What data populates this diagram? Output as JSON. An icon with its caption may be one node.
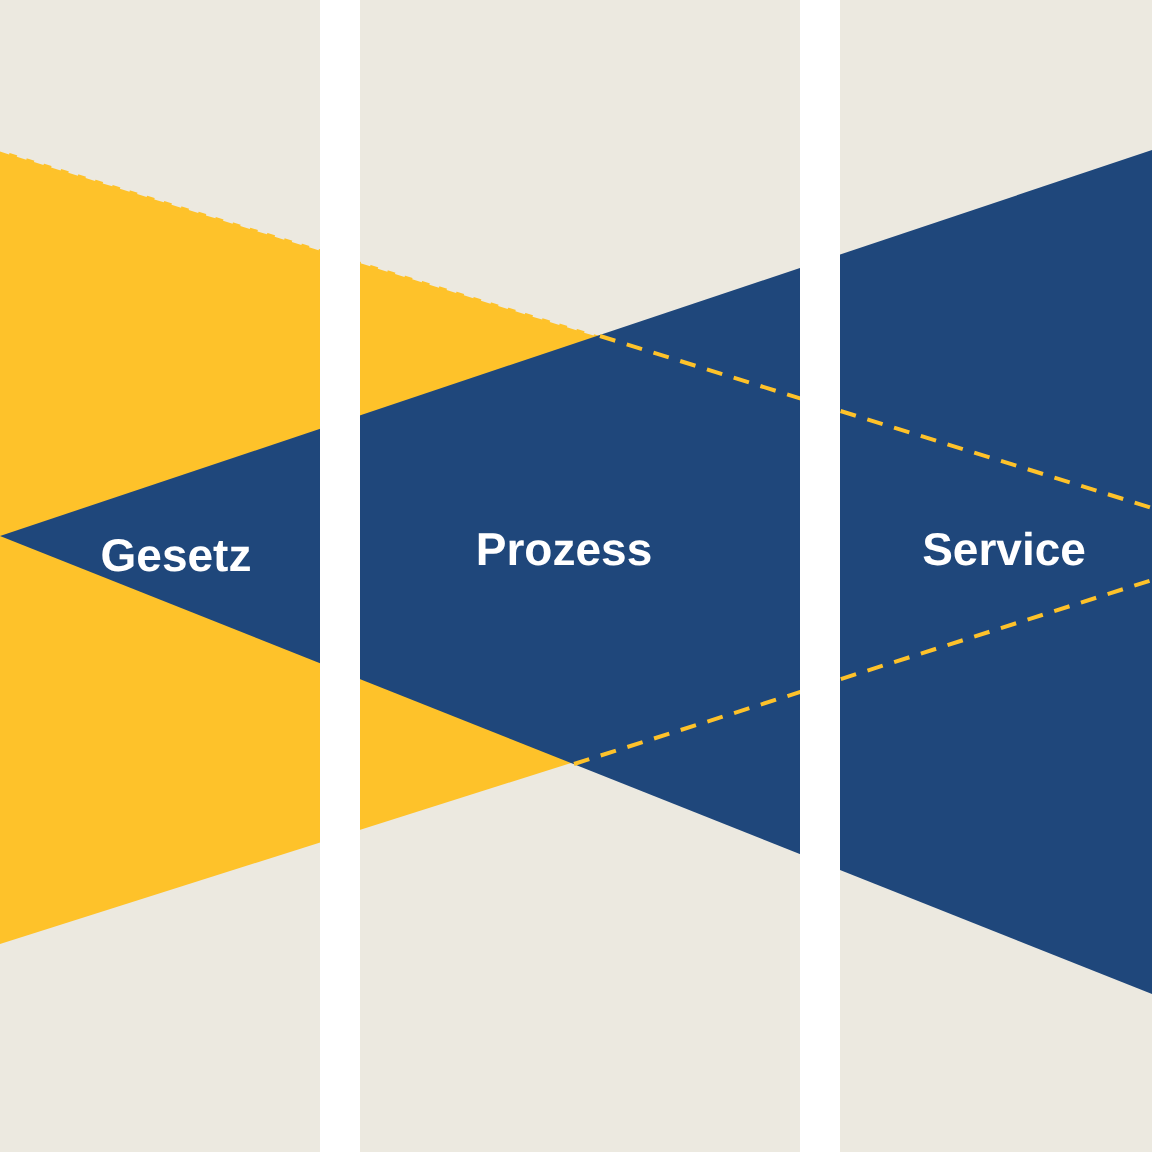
{
  "diagram": {
    "nodes": [
      {
        "text": [
          "Gesetz"
        ]
      },
      {
        "text": [
          "Prozess"
        ]
      },
      {
        "text": [
          "Service"
        ]
      }
    ]
  }
}
